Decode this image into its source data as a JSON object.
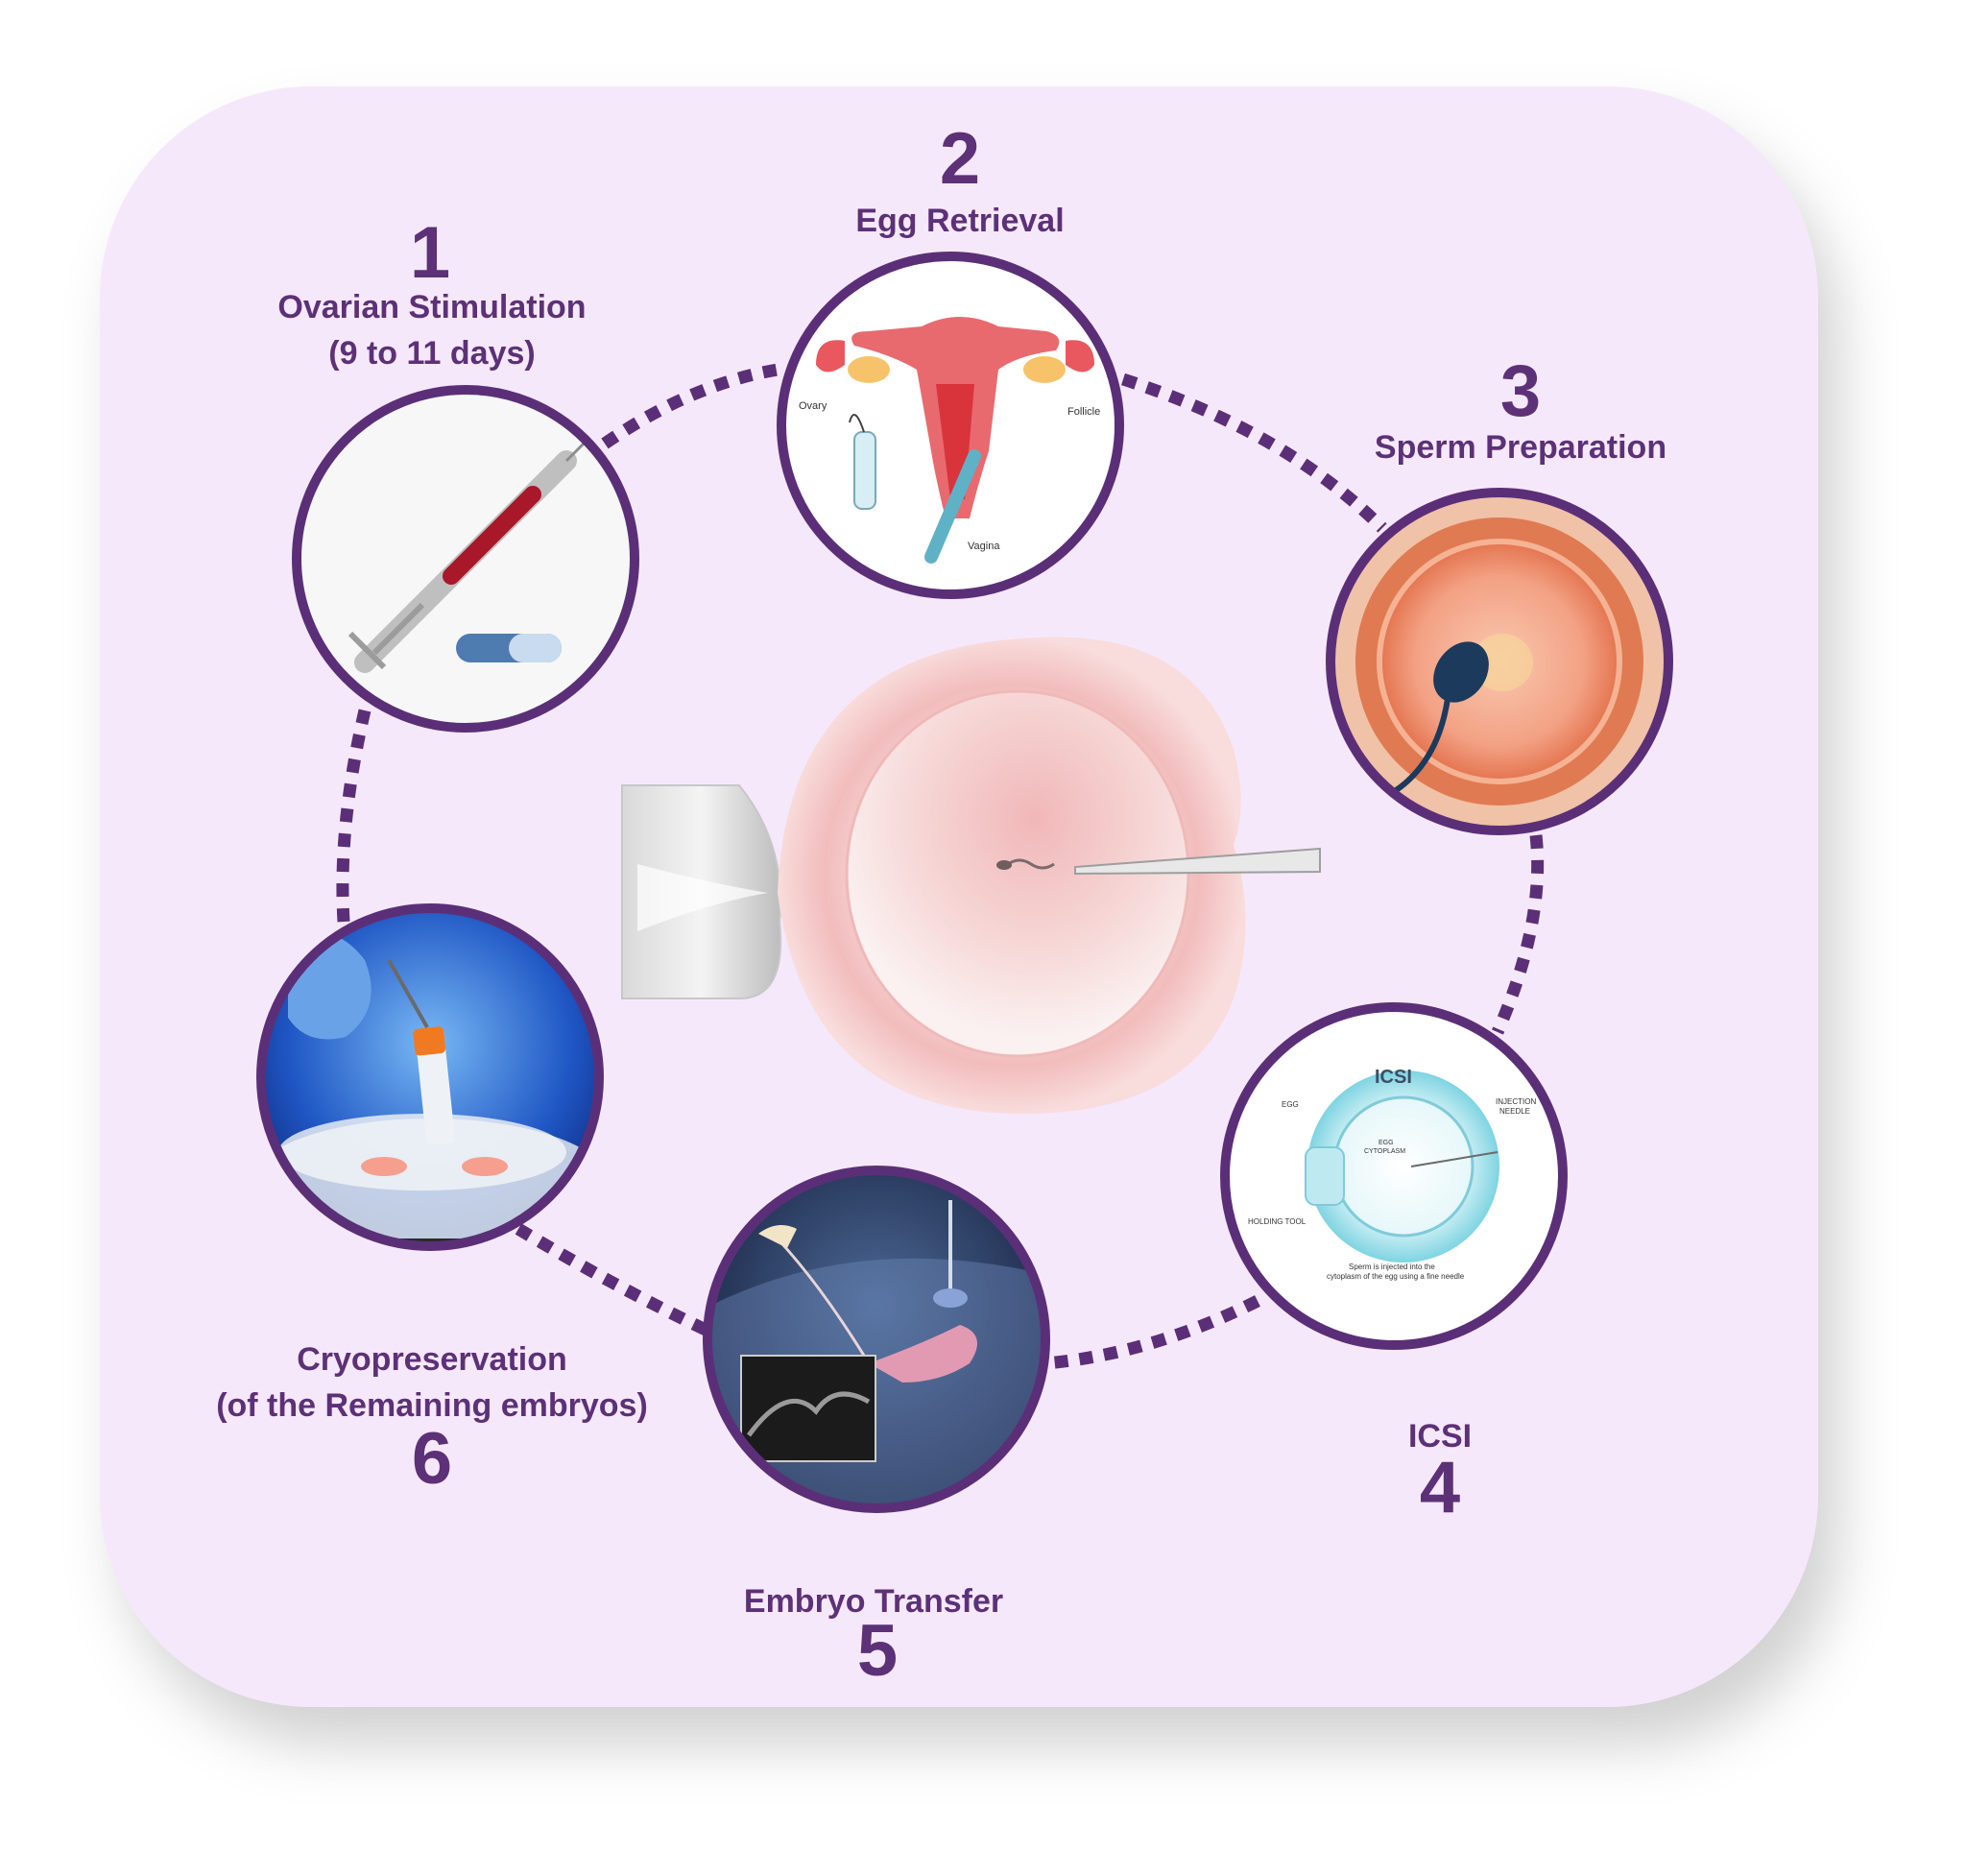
{
  "steps": [
    {
      "number": "1",
      "label": "Ovarian Stimulation",
      "sublabel": "(9 to 11 days)",
      "icon": "syringe-icon"
    },
    {
      "number": "2",
      "label": "Egg Retrieval",
      "sublabel": "",
      "icon": "uterus-icon",
      "illustration_labels": {
        "ovary": "Ovary",
        "follicle": "Follicle",
        "vagina": "Vagina"
      }
    },
    {
      "number": "3",
      "label": "Sperm Preparation",
      "sublabel": "",
      "icon": "sperm-icon"
    },
    {
      "number": "4",
      "label": "ICSI",
      "sublabel": "",
      "icon": "icsi-icon",
      "illustration_labels": {
        "title": "ICSI",
        "egg": "EGG",
        "injection_needle_1": "INJECTION",
        "injection_needle_2": "NEEDLE",
        "egg_cytoplasm_1": "EGG",
        "egg_cytoplasm_2": "CYTOPLASM",
        "holding_tool": "HOLDING TOOL",
        "caption_1": "Sperm is injected into the",
        "caption_2": "cytoplasm of the egg using a fine needle"
      }
    },
    {
      "number": "5",
      "label": "Embryo Transfer",
      "sublabel": "",
      "icon": "embryo-transfer-icon"
    },
    {
      "number": "6",
      "label": "Cryopreservation",
      "sublabel": "(of the Remaining embryos)",
      "icon": "cryo-vial-icon"
    }
  ],
  "colors": {
    "card_bg": "#f6e8fb",
    "accent_purple": "#5c3177",
    "ring_stroke": "#5b2f78"
  }
}
